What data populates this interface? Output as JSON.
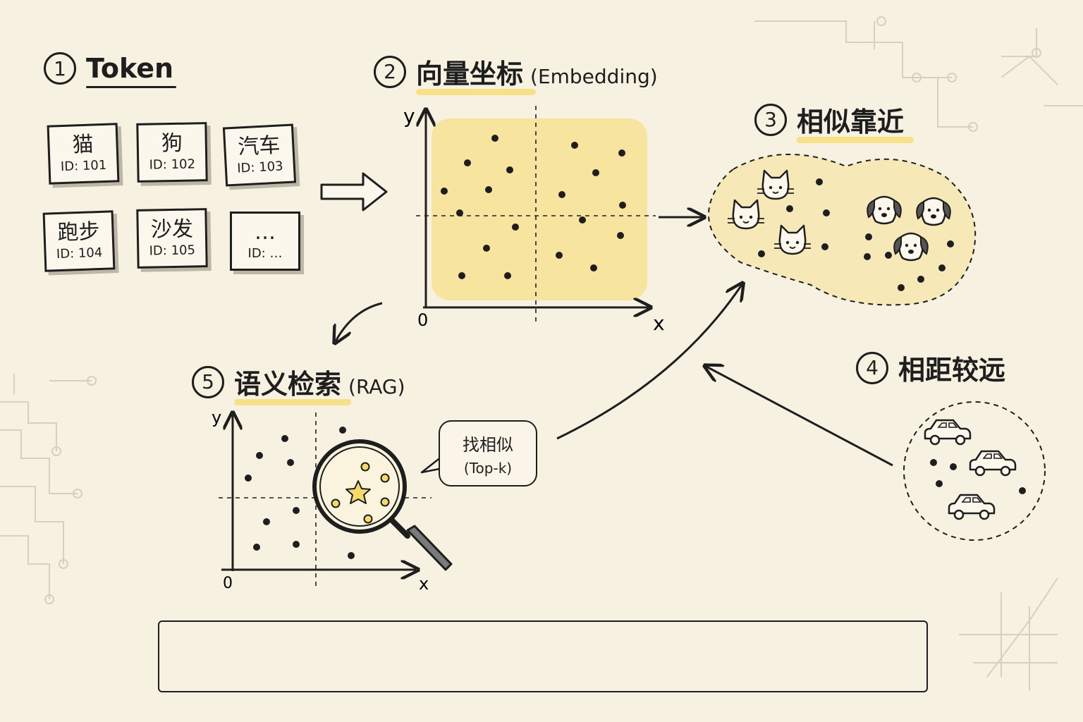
{
  "steps": [
    {
      "num": "1",
      "title": "Token",
      "sub": ""
    },
    {
      "num": "2",
      "title": "向量坐标",
      "sub": "(Embedding)"
    },
    {
      "num": "3",
      "title": "相似靠近",
      "sub": ""
    },
    {
      "num": "4",
      "title": "相距较远",
      "sub": ""
    },
    {
      "num": "5",
      "title": "语义检索",
      "sub": "(RAG)"
    }
  ],
  "tokens": [
    {
      "word": "猫",
      "id": "ID: 101"
    },
    {
      "word": "狗",
      "id": "ID: 102"
    },
    {
      "word": "汽车",
      "id": "ID: 103"
    },
    {
      "word": "跑步",
      "id": "ID: 104"
    },
    {
      "word": "沙发",
      "id": "ID: 105"
    },
    {
      "word": "…",
      "id": "ID: …"
    }
  ],
  "axes": {
    "x": "x",
    "y": "y",
    "origin": "0"
  },
  "bubble": {
    "line1": "找相似",
    "line2": "(Top-k)"
  },
  "icons": {
    "arrow": "hollow-right-arrow-icon",
    "cat": "cat-face-icon",
    "dog": "dog-face-icon",
    "car": "car-icon",
    "magnifier": "magnifier-icon",
    "star": "star-icon"
  },
  "colors": {
    "highlight": "#f6d96a",
    "ink": "#1e1e1e",
    "paper": "#f7f1e1"
  }
}
